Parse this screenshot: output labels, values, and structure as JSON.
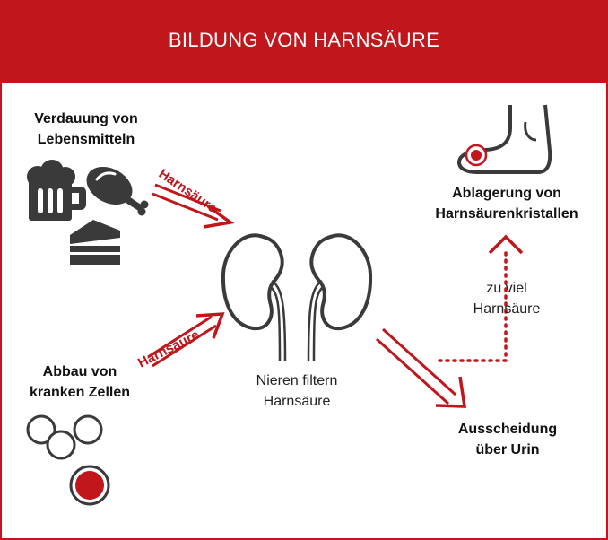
{
  "header": {
    "title": "BILDUNG VON HARNSÄURE"
  },
  "colors": {
    "accent": "#c0161c",
    "ink": "#3a3a3a",
    "background": "#ffffff"
  },
  "sources": {
    "food": {
      "line1": "Verdauung von",
      "line2": "Lebensmitteln",
      "icons": [
        "beer-icon",
        "chicken-leg-icon",
        "cake-slice-icon"
      ]
    },
    "cells": {
      "line1": "Abbau von",
      "line2": "kranken Zellen",
      "icons": [
        "healthy-cells-icon",
        "diseased-cell-icon"
      ]
    }
  },
  "arrows": {
    "food_label": "Harnsäure",
    "cells_label": "Harnsäure"
  },
  "kidneys": {
    "line1": "Nieren filtern",
    "line2": "Harnsäure"
  },
  "outcomes": {
    "excretion": {
      "line1": "Ausscheidung",
      "line2": "über Urin"
    },
    "excess": {
      "line1": "zu viel",
      "line2": "Harnsäure"
    },
    "deposit": {
      "line1": "Ablagerung von",
      "line2": "Harnsäurenkristallen",
      "icon": "foot-gout-icon"
    }
  }
}
